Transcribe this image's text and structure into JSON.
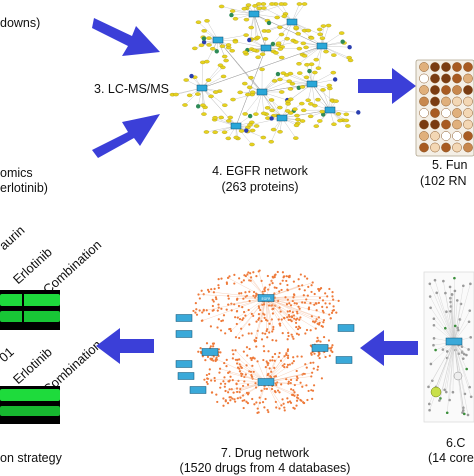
{
  "colors": {
    "arrow": "#3b3fd8",
    "network_node": "#e6d21e",
    "network_hub": "#2aa7d9",
    "drug_node": "#ee7a3a",
    "blot_band": "#1edb3c",
    "plate_well": "#b9732d"
  },
  "step1": {
    "line1": "downs)"
  },
  "step2": {
    "line1": "omics",
    "line2": "erlotinib)"
  },
  "step3": {
    "label": "3. LC-MS/MS"
  },
  "step4": {
    "line1": "4. EGFR network",
    "line2": "(263 proteins)"
  },
  "step5": {
    "line1": "5. Fun",
    "line2": "(102 RN"
  },
  "step6": {
    "line1": "6.C",
    "line2": "(14 core"
  },
  "step7": {
    "line1": "7. Drug network",
    "line2": "(1520 drugs from 4 databases)"
  },
  "step8": {
    "caption": "on strategy",
    "blot1": {
      "lanes": [
        "aurin",
        "Erlotinib",
        "Combination"
      ]
    },
    "blot2": {
      "lanes": [
        "01",
        "Erlotinib",
        "Combination"
      ]
    }
  },
  "drug_network": {
    "hub_label": "EGFR"
  }
}
